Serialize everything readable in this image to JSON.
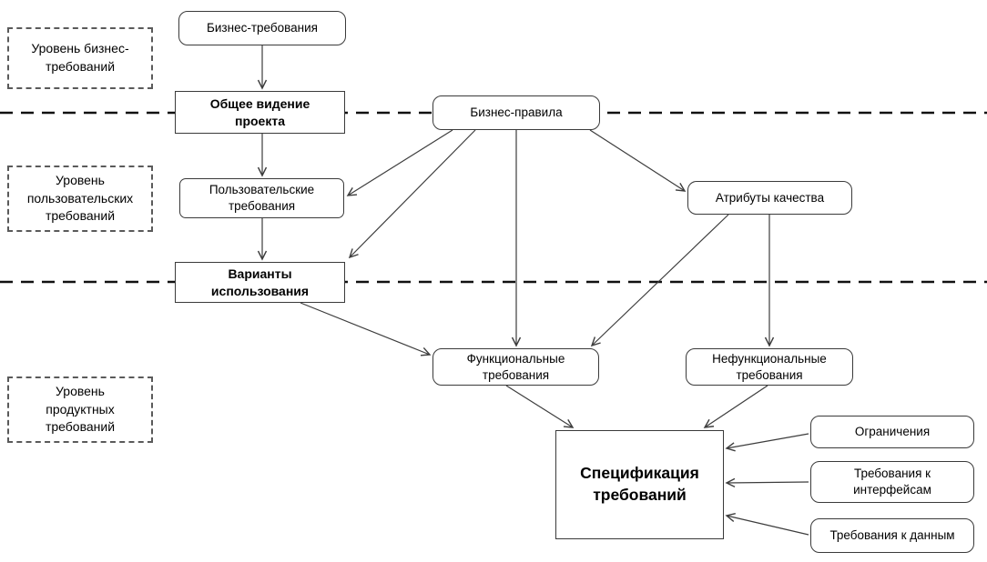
{
  "diagram": {
    "levels": {
      "business": "Уровень бизнес-\nтребований",
      "user": "Уровень\nпользовательских\nтребований",
      "product": "Уровень\nпродуктных\nтребований"
    },
    "nodes": {
      "business_requirements": "Бизнес-требования",
      "project_vision": "Общее видение\nпроекта",
      "business_rules": "Бизнес-правила",
      "user_requirements": "Пользовательские\nтребования",
      "quality_attributes": "Атрибуты качества",
      "use_cases": "Варианты\nиспользования",
      "functional_requirements": "Функциональные\nтребования",
      "nonfunctional_requirements": "Нефункциональные\nтребования",
      "specification": "Спецификация\nтребований",
      "constraints": "Ограничения",
      "interface_requirements": "Требования к\nинтерфейсам",
      "data_requirements": "Требования к данным"
    },
    "line_color": "#3d3d3d"
  }
}
